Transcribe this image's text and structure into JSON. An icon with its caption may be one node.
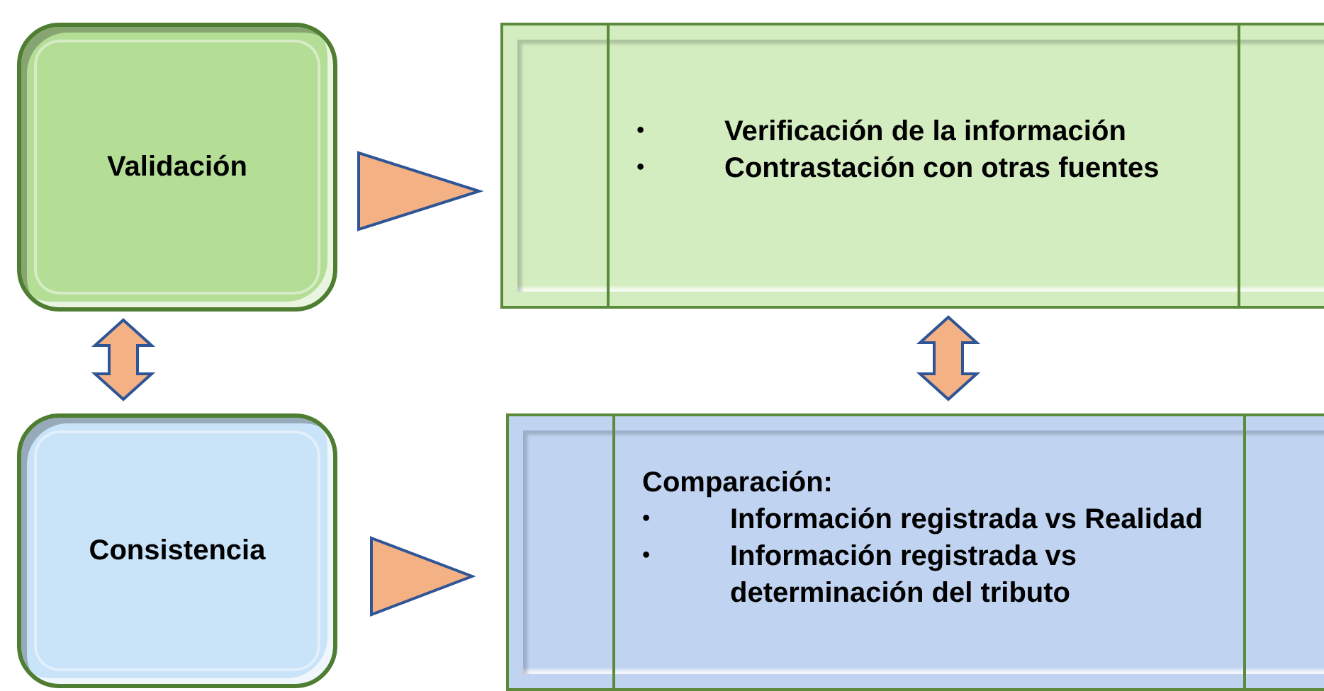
{
  "diagram": {
    "nodes": [
      {
        "text": [
          "Validación"
        ]
      },
      {
        "text": [
          "•",
          "Verificación de la información",
          "•",
          "Contrastación con otras fuentes"
        ]
      },
      {
        "text": [
          "Consistencia"
        ]
      },
      {
        "text": [
          "Comparación:",
          "•",
          "Información registrada vs Realidad",
          "•",
          "Información registrada vs determinación del tributo"
        ]
      }
    ],
    "edges": [
      {
        "from": 0,
        "to": 1,
        "arrow": "to"
      },
      {
        "from": 0,
        "to": 2,
        "arrow": "both"
      },
      {
        "from": 1,
        "to": 3,
        "arrow": "both"
      },
      {
        "from": 2,
        "to": 3,
        "arrow": "to"
      }
    ]
  }
}
